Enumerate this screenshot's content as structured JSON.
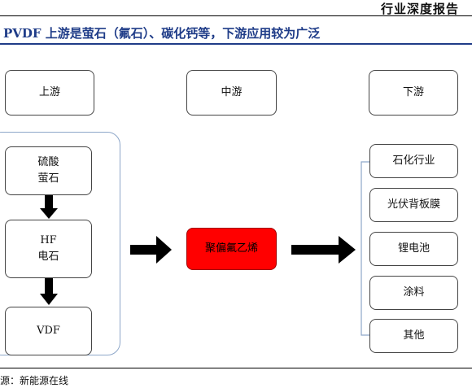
{
  "header": {
    "report_type": "行业深度报告",
    "section_title": "PVDF 上游是萤石（氟石）、碳化钙等，下游应用较为广泛"
  },
  "columns": {
    "upstream": "上游",
    "midstream": "中游",
    "downstream": "下游"
  },
  "upstream_chain": [
    {
      "lines": [
        "硫酸",
        "萤石"
      ]
    },
    {
      "lines": [
        "HF",
        "电石"
      ]
    },
    {
      "lines": [
        "VDF"
      ]
    }
  ],
  "product": "聚偏氟乙烯",
  "downstream_items": [
    "石化行业",
    "光伏背板膜",
    "锂电池",
    "涂料",
    "其他"
  ],
  "footer": {
    "source": "源：新能源在线"
  },
  "colors": {
    "product_fill": "#ff0000",
    "title_blue": "#1f3c88",
    "group_frame": "#8ea7c9"
  }
}
